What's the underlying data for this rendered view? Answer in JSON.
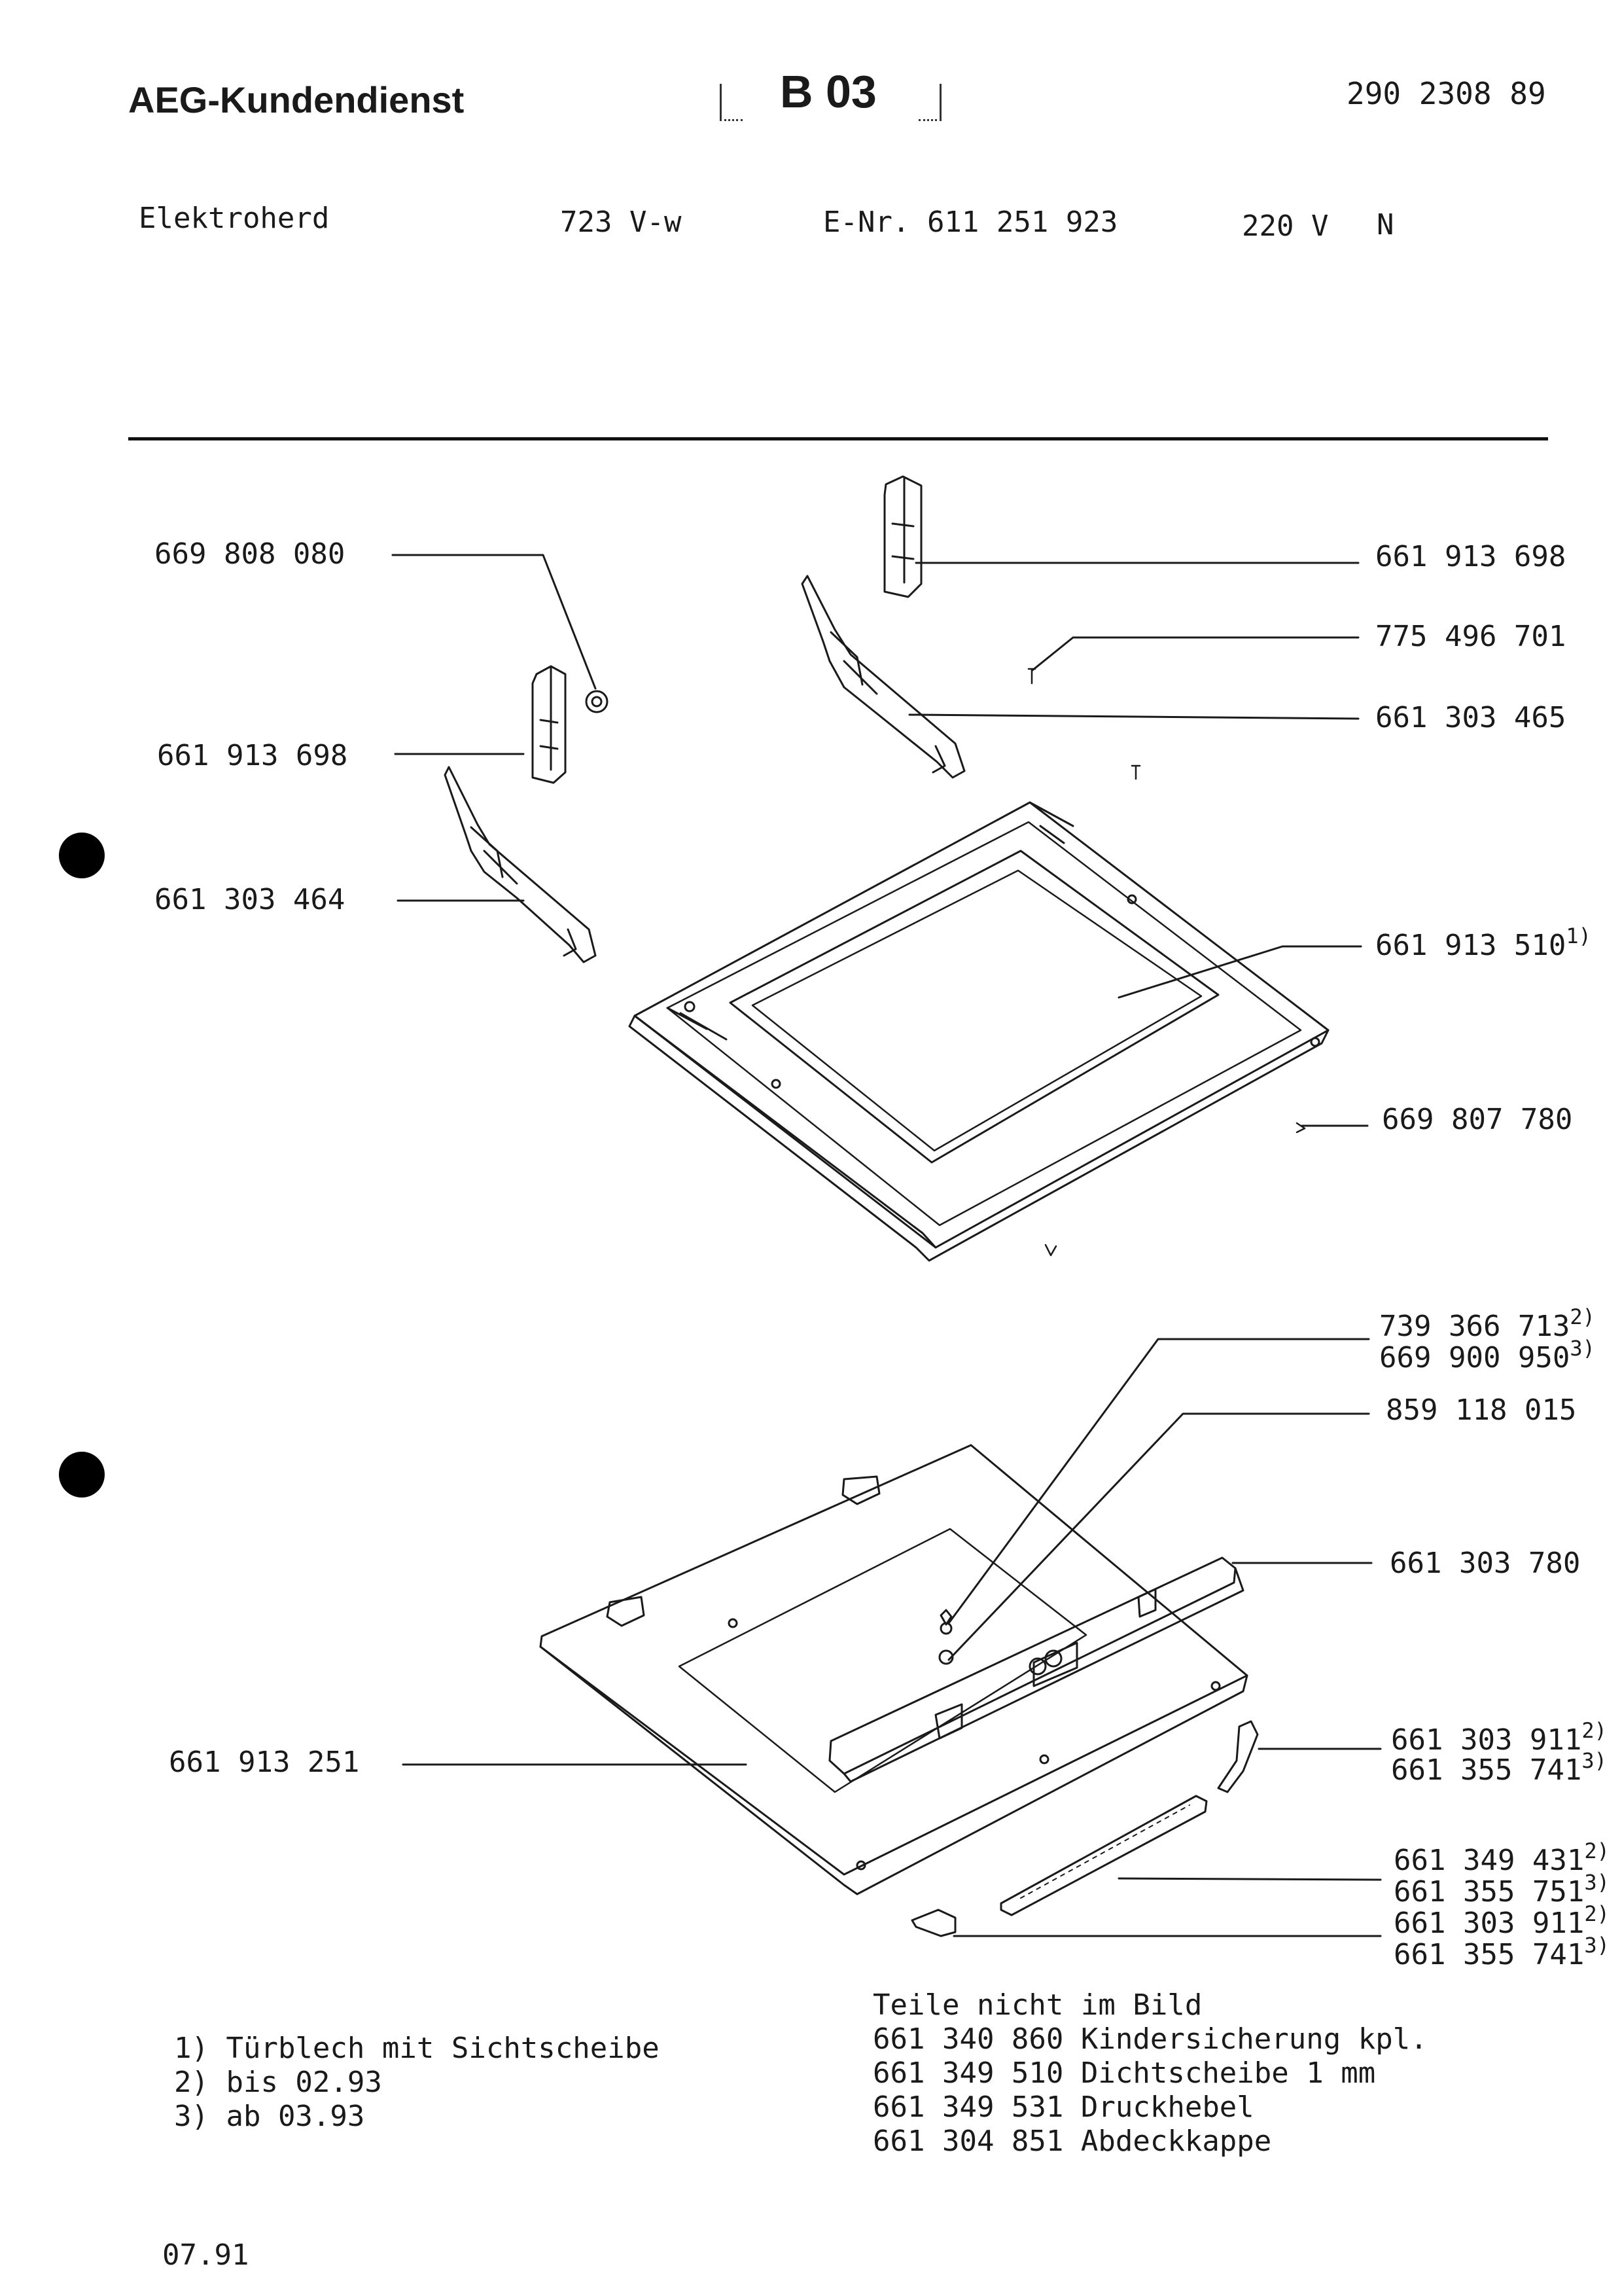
{
  "header": {
    "company": "AEG-Kundendienst",
    "group_code": "B 03",
    "doc_number": "290 2308 89"
  },
  "appliance": {
    "type": "Elektroherd",
    "model": "723 V-w",
    "enr": "E-Nr. 611 251 923",
    "voltage": "220 V",
    "variant": "N"
  },
  "parts_upper": [
    {
      "number": "669 808 080",
      "sup": ""
    },
    {
      "number": "661 913 698",
      "sup": ""
    },
    {
      "number": "661 303 464",
      "sup": ""
    },
    {
      "number": "661 913 698",
      "sup": ""
    },
    {
      "number": "775 496 701",
      "sup": ""
    },
    {
      "number": "661 303 465",
      "sup": ""
    },
    {
      "number": "661 913 510",
      "sup": "1)"
    },
    {
      "number": "669 807 780",
      "sup": ""
    }
  ],
  "parts_lower": [
    {
      "number": "739 366 713",
      "sup": "2)"
    },
    {
      "number": "669 900 950",
      "sup": "3)"
    },
    {
      "number": "859 118 015",
      "sup": ""
    },
    {
      "number": "661 303 780",
      "sup": ""
    },
    {
      "number": "661 913 251",
      "sup": ""
    },
    {
      "number": "661 303 911",
      "sup": "2)"
    },
    {
      "number": "661 355 741",
      "sup": "3)"
    },
    {
      "number": "661 349 431",
      "sup": "2)"
    },
    {
      "number": "661 355 751",
      "sup": "3)"
    },
    {
      "number": "661 303 911",
      "sup": "2)"
    },
    {
      "number": "661 355 741",
      "sup": "3)"
    }
  ],
  "footnotes": [
    "1) Türblech mit Sichtscheibe",
    "2) bis 02.93",
    "3) ab  03.93"
  ],
  "not_shown": {
    "title": "Teile nicht im Bild",
    "items": [
      "661 340 860 Kindersicherung kpl.",
      "661 349 510 Dichtscheibe 1 mm",
      "661 349 531 Druckhebel",
      "661 304 851 Abdeckkappe"
    ]
  },
  "date": "07.91"
}
